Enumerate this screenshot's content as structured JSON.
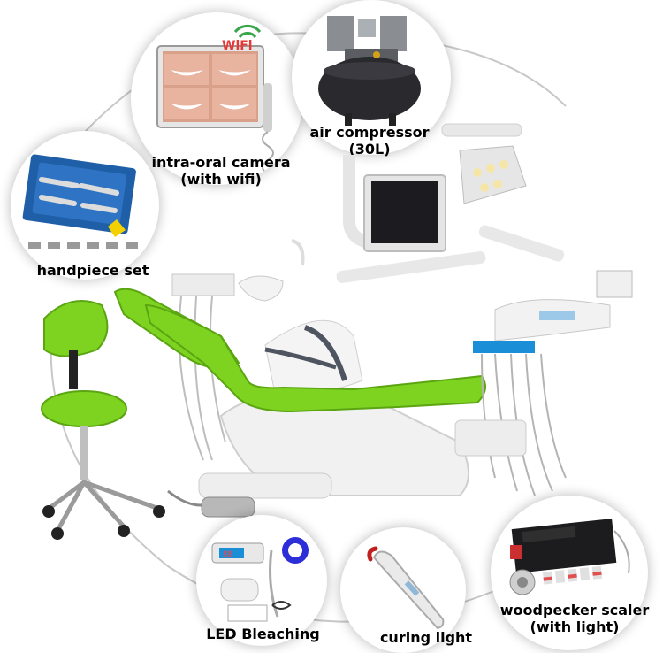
{
  "callouts": {
    "camera": {
      "line1": "intra-oral camera",
      "line2": "(with wifi)",
      "badge": "WiFi"
    },
    "compressor": {
      "line1": "air compressor",
      "line2": "(30L)"
    },
    "handpiece": {
      "line1": "handpiece set"
    },
    "bleaching": {
      "line1": "LED Bleaching"
    },
    "curing": {
      "line1": "curing light"
    },
    "scaler": {
      "line1": "woodpecker scaler",
      "line2": "(with light)"
    }
  },
  "colors": {
    "chair_green": "#7ed321",
    "chair_white": "#f2f2f2",
    "accent_blue": "#1a8fd8",
    "compressor_dark": "#2a2a2e"
  }
}
